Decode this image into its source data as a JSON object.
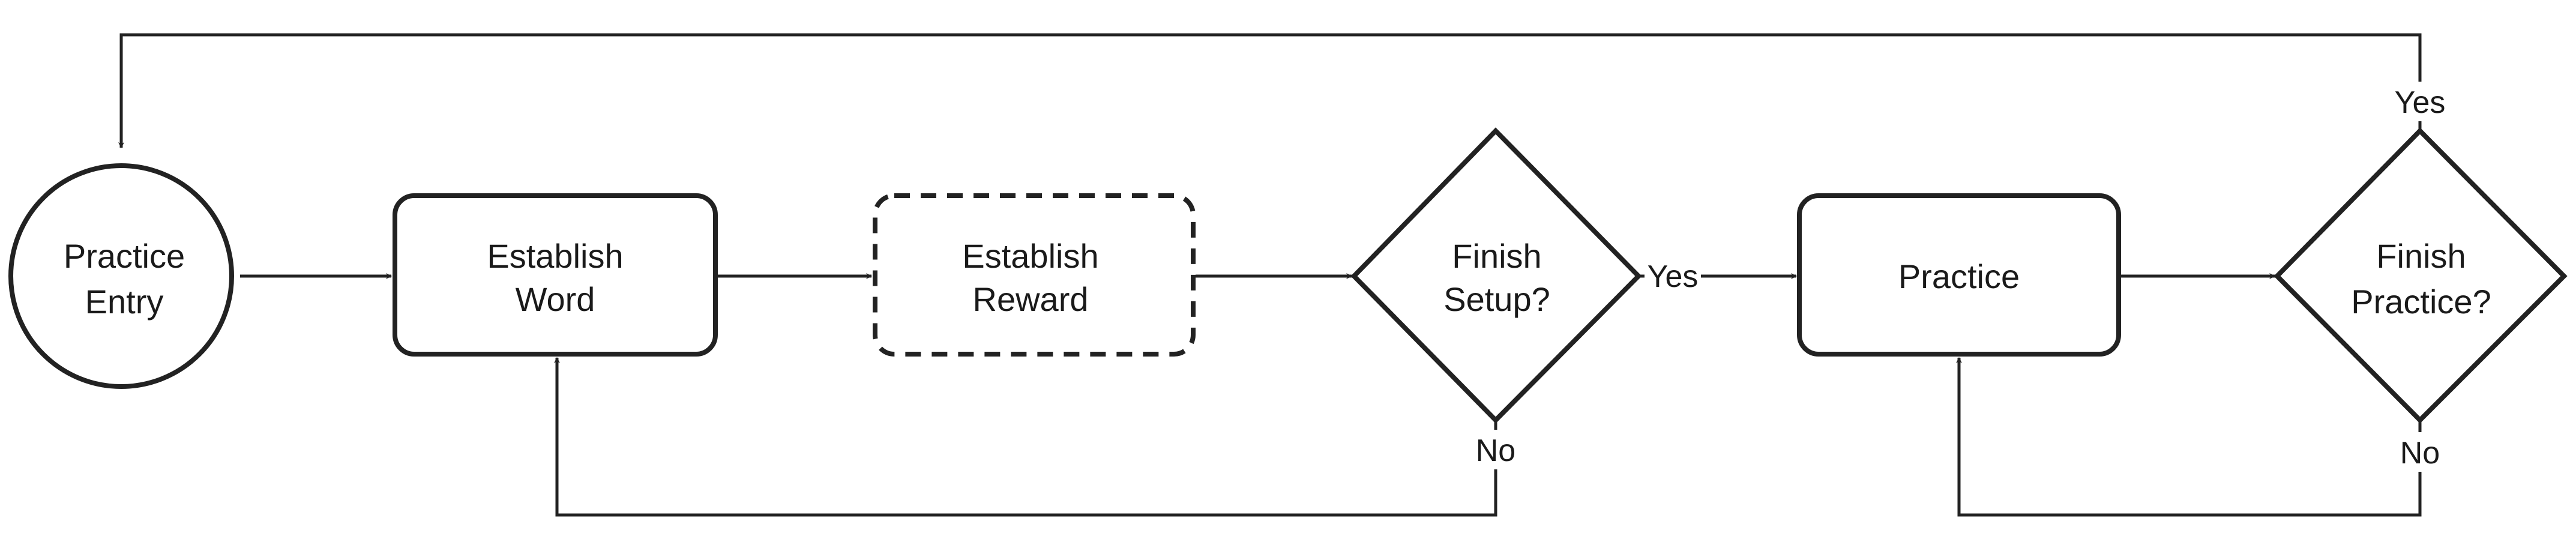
{
  "nodes": {
    "practice_entry": {
      "line1": "Practice",
      "line2": "Entry"
    },
    "establish_word": {
      "line1": "Establish",
      "line2": "Word"
    },
    "establish_reward": {
      "line1": "Establish",
      "line2": "Reward"
    },
    "finish_setup": {
      "line1": "Finish",
      "line2": "Setup?"
    },
    "practice": {
      "label": "Practice"
    },
    "finish_practice": {
      "line1": "Finish",
      "line2": "Practice?"
    }
  },
  "edges": {
    "setup_yes": "Yes",
    "setup_no": "No",
    "practice_yes": "Yes",
    "practice_no": "No"
  },
  "colors": {
    "stroke": "#222222",
    "fill": "#ffffff",
    "text": "#1a1a1a"
  }
}
